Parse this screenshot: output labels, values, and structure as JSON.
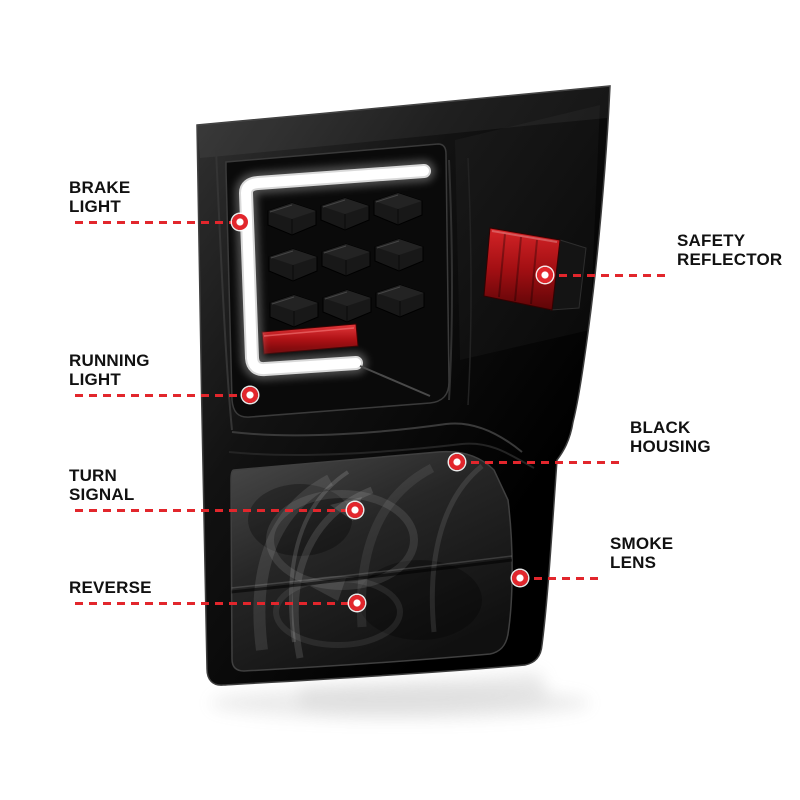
{
  "callouts": {
    "brake_light": {
      "label": "BRAKE\nLIGHT"
    },
    "running_light": {
      "label": "RUNNING\nLIGHT"
    },
    "turn_signal": {
      "label": "TURN\nSIGNAL"
    },
    "reverse": {
      "label": "REVERSE"
    },
    "safety_reflector": {
      "label": "SAFETY\nREFLECTOR"
    },
    "black_housing": {
      "label": "BLACK\nHOUSING"
    },
    "smoke_lens": {
      "label": "SMOKE\nLENS"
    }
  },
  "colors": {
    "callout_red": "#e2262c",
    "label_text": "#111111",
    "background": "#ffffff",
    "housing_black": "#0b0b0b",
    "reflector_red": "#b41414",
    "light_bar_white": "#f5f5f5"
  }
}
